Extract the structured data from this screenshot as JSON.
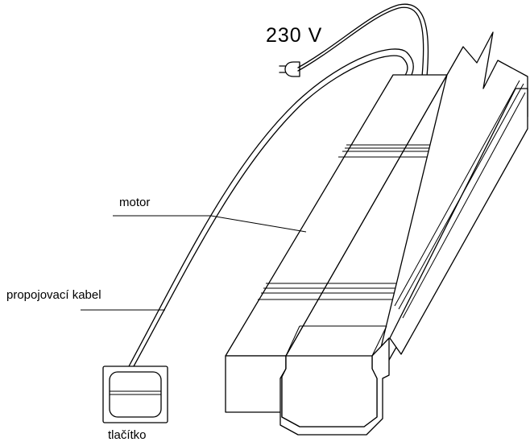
{
  "labels": {
    "voltage": "230 V",
    "motor": "motor",
    "cable": "propojovací kabel",
    "button": "tlačítko"
  },
  "icons": {
    "plug": "power-plug-icon"
  }
}
